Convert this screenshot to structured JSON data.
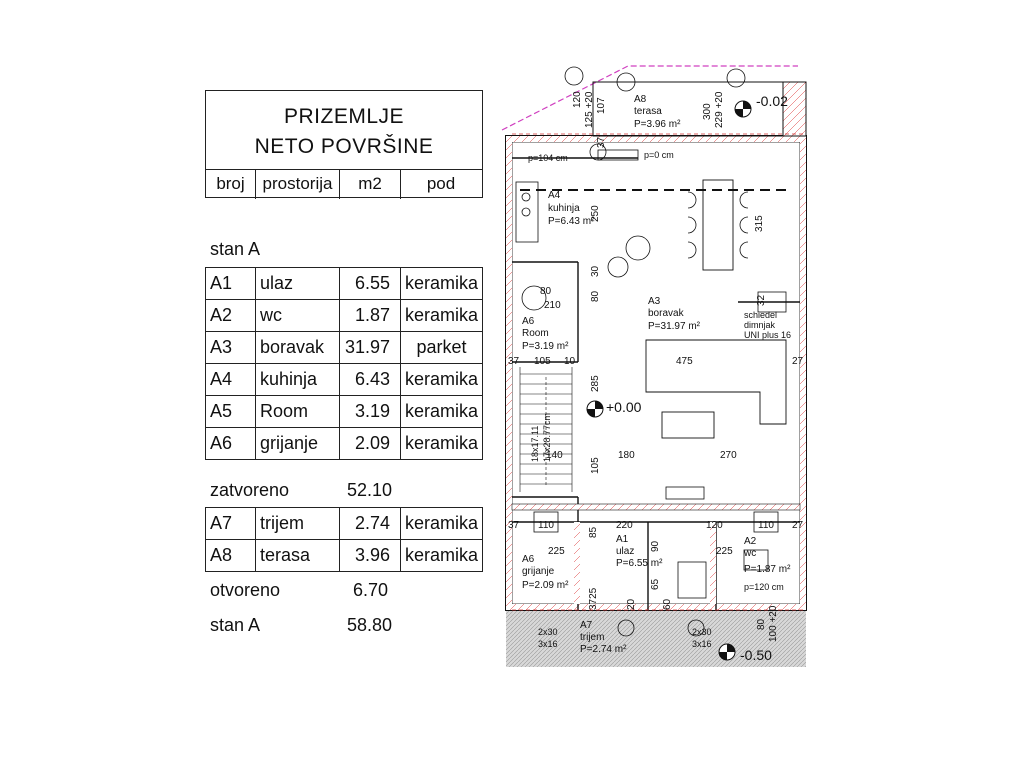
{
  "table": {
    "title_line1": "PRIZEMLJE",
    "title_line2": "NETO POVRŠINE",
    "headers": [
      "broj",
      "prostorija",
      "m2",
      "pod"
    ],
    "section_label": "stan A",
    "closed_rows": [
      {
        "id": "A1",
        "name": "ulaz",
        "area": "6.55",
        "floor": "keramika"
      },
      {
        "id": "A2",
        "name": "wc",
        "area": "1.87",
        "floor": "keramika"
      },
      {
        "id": "A3",
        "name": "boravak",
        "area": "31.97",
        "floor": "parket"
      },
      {
        "id": "A4",
        "name": "kuhinja",
        "area": "6.43",
        "floor": "keramika"
      },
      {
        "id": "A5",
        "name": "Room",
        "area": "3.19",
        "floor": "keramika"
      },
      {
        "id": "A6",
        "name": "grijanje",
        "area": "2.09",
        "floor": "keramika"
      }
    ],
    "closed_total_label": "zatvoreno",
    "closed_total": "52.10",
    "open_rows": [
      {
        "id": "A7",
        "name": "trijem",
        "area": "2.74",
        "floor": "keramika"
      },
      {
        "id": "A8",
        "name": "terasa",
        "area": "3.96",
        "floor": "keramika"
      }
    ],
    "open_total_label": "otvoreno",
    "open_total": "6.70",
    "grand_total_label": "stan A",
    "grand_total": "58.80"
  },
  "plan": {
    "rooms": [
      {
        "code": "A8",
        "name": "terasa",
        "area": "P=3.96 m²"
      },
      {
        "code": "A4",
        "name": "kuhinja",
        "area": "P=6.43 m²"
      },
      {
        "code": "A3",
        "name": "boravak",
        "area": "P=31.97 m²"
      },
      {
        "code": "A6",
        "name": "Room",
        "area": "P=3.19 m²"
      },
      {
        "code": "A1",
        "name": "ulaz",
        "area": "P=6.55 m²"
      },
      {
        "code": "A2",
        "name": "wc",
        "area": "P=1.87 m²"
      },
      {
        "code": "A6",
        "name": "grijanje",
        "area": "P=2.09 m²"
      },
      {
        "code": "A7",
        "name": "trijem",
        "area": "P=2.74 m²"
      }
    ],
    "levels": {
      "terrace": "-0.02",
      "ground": "+0.00",
      "outside": "-0.50"
    },
    "notes": {
      "p104": "p=104 cm",
      "p0": "p=0 cm",
      "p120": "p=120 cm",
      "chimney1": "schiedel",
      "chimney2": "dimnjak",
      "chimney3": "UNI plus 16",
      "stair": "18x17.11",
      "stair2": "17x28.77cm",
      "grate1a": "2x30",
      "grate1b": "3x16",
      "grate2a": "2x30",
      "grate2b": "3x16"
    },
    "dims": {
      "d120": "120",
      "d125": "125 +20",
      "d107": "107",
      "d300": "300",
      "d229": "229 +20",
      "d37a": "37",
      "d250": "250",
      "d315": "315",
      "d30": "30",
      "d80a": "80",
      "d80b": "80",
      "d210": "210",
      "d32": "32",
      "d37b": "37",
      "d105a": "105",
      "d10": "10",
      "d475": "475",
      "d27a": "27",
      "d285": "285",
      "d140": "140",
      "d180": "180",
      "d270": "270",
      "d105b": "105",
      "d37c": "37",
      "d110a": "110",
      "d220": "220",
      "d120b": "120",
      "d110b": "110",
      "d27b": "27",
      "d225a": "225",
      "d225b": "225",
      "d65": "65",
      "d90": "90",
      "d85": "85",
      "d20": "20",
      "d3725": "3725",
      "d60": "60",
      "d80c": "80",
      "d100": "100 +20"
    }
  }
}
